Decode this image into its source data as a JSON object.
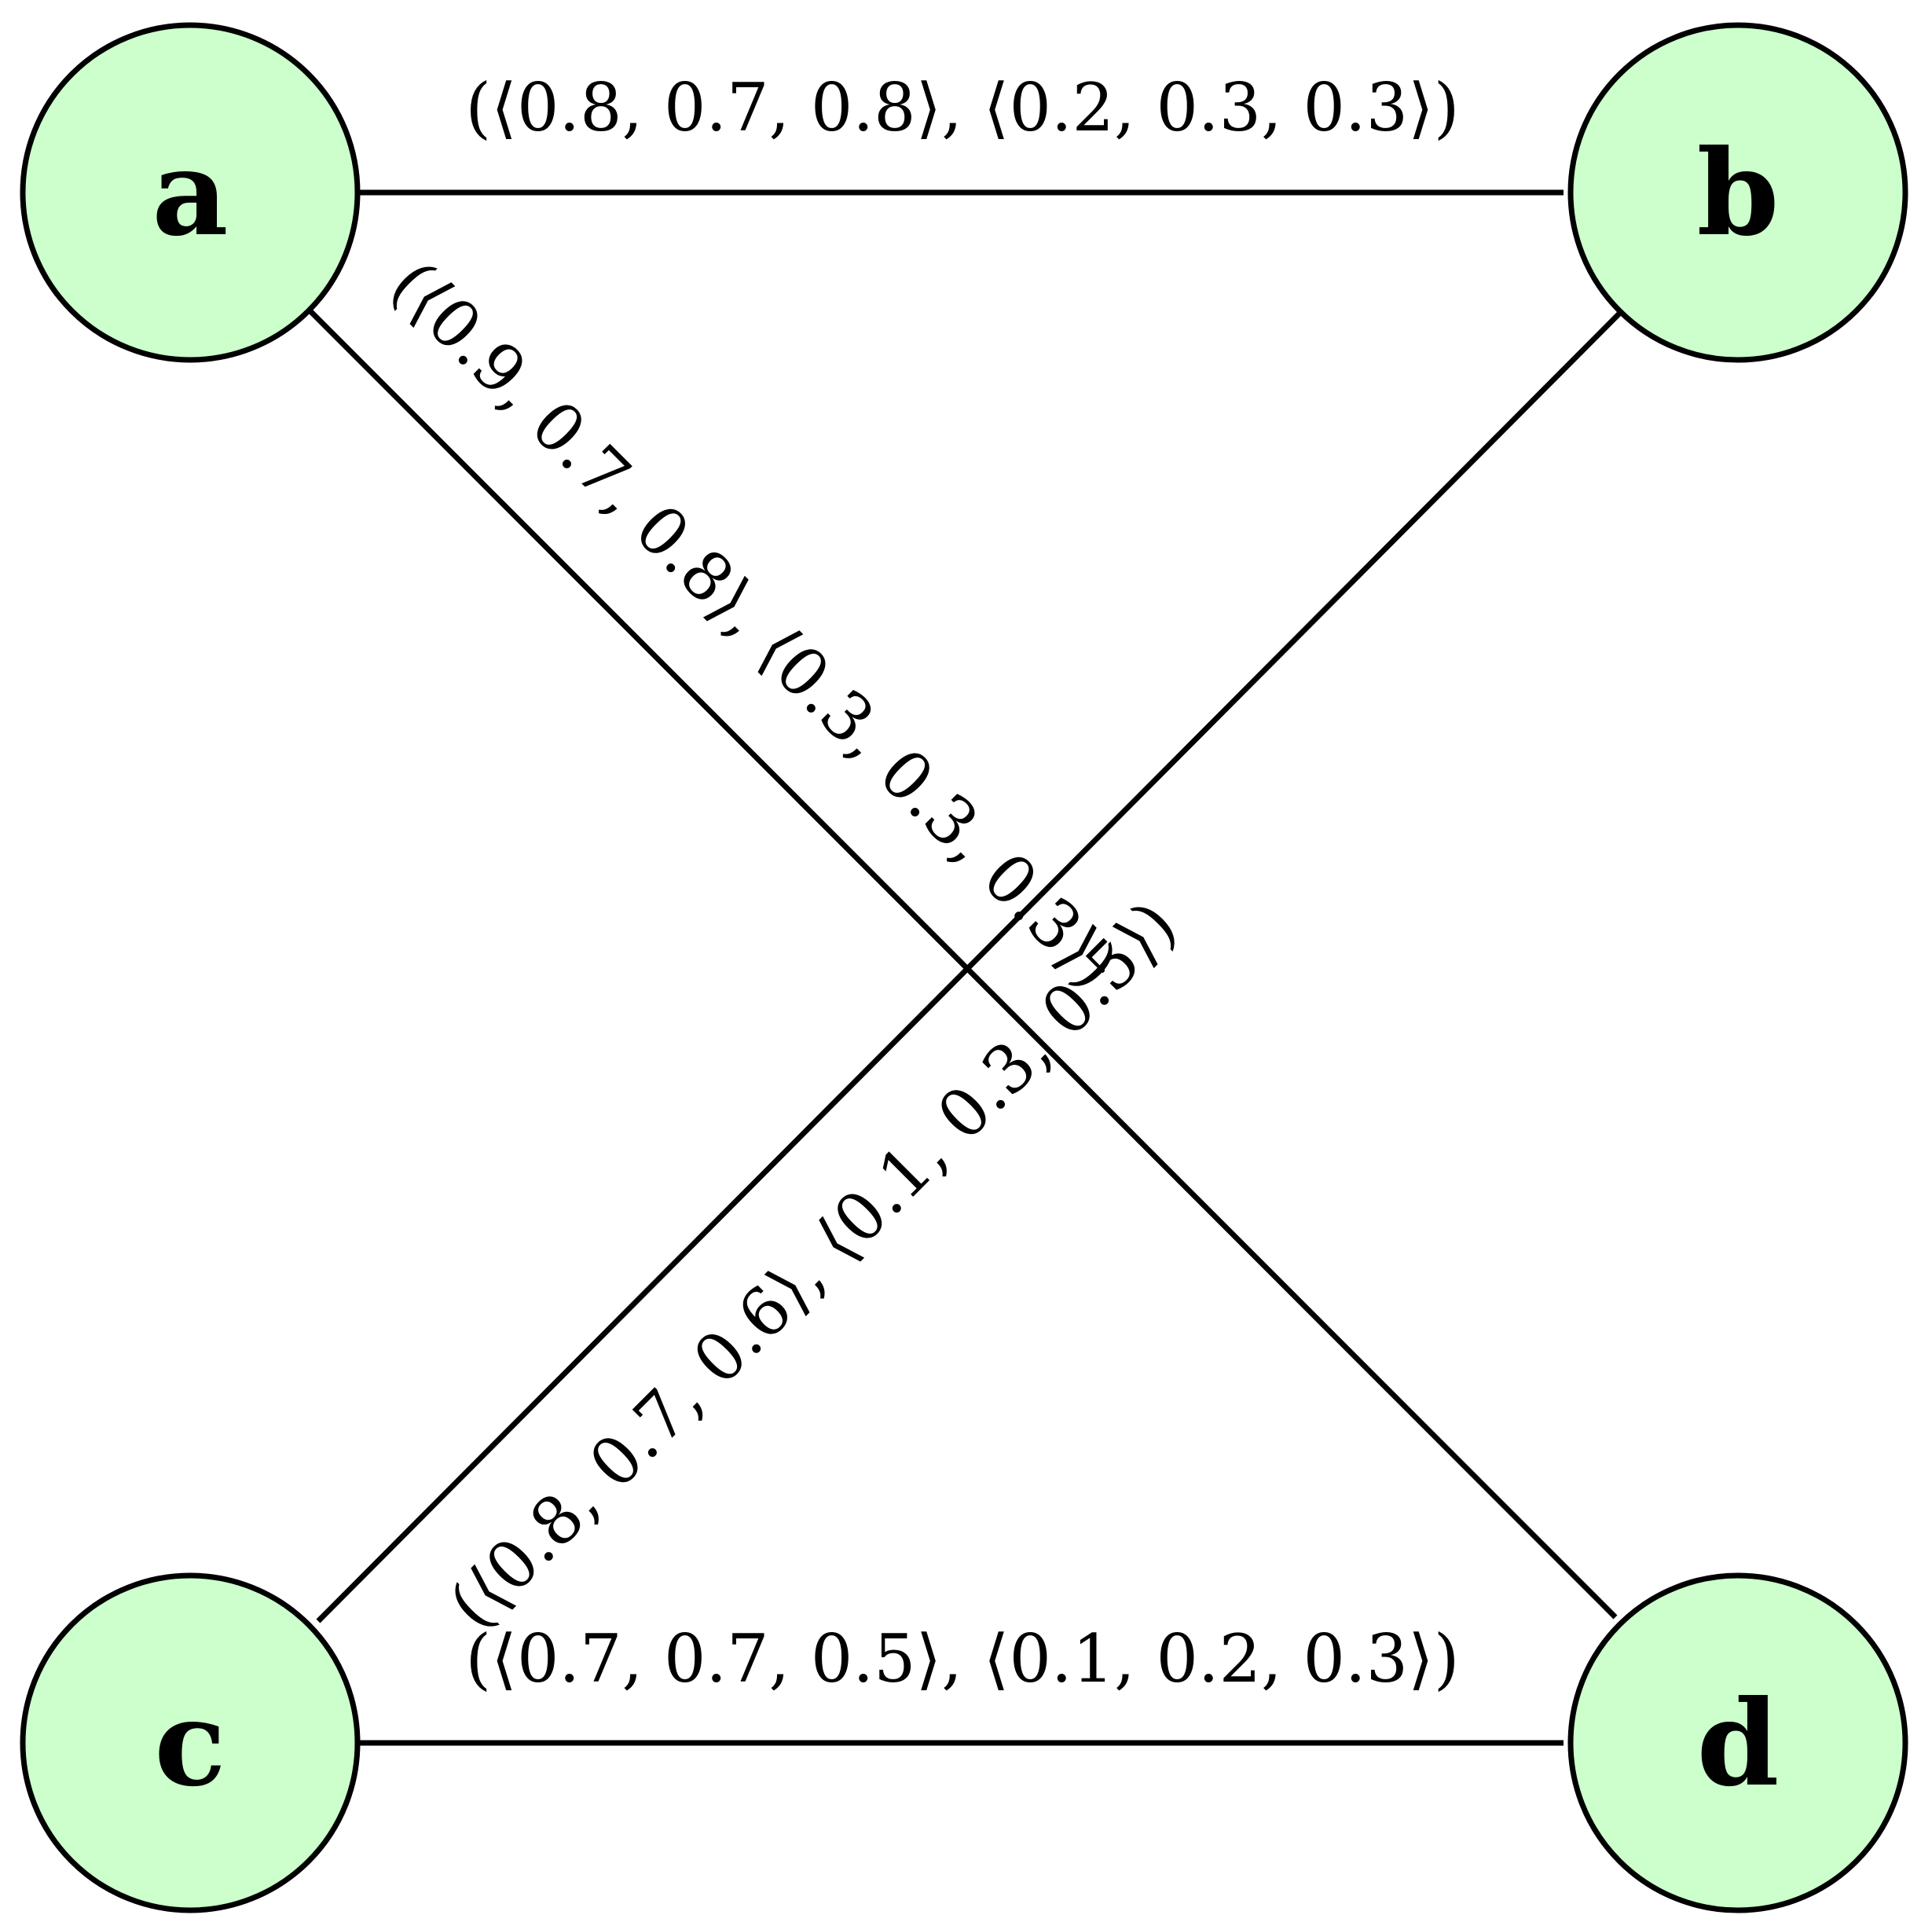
{
  "colors": {
    "node_fill": "#ccffcc",
    "stroke": "#000000",
    "background": "#ffffff"
  },
  "nodes": [
    {
      "id": "a",
      "label": "a"
    },
    {
      "id": "b",
      "label": "b"
    },
    {
      "id": "c",
      "label": "c"
    },
    {
      "id": "d",
      "label": "d"
    }
  ],
  "edges": [
    {
      "id": "a-b",
      "from": "a",
      "to": "b",
      "label": "(⟨0.8, 0.7, 0.8⟩, ⟨0.2, 0.3, 0.3⟩)"
    },
    {
      "id": "a-d",
      "from": "a",
      "to": "d",
      "label": "(⟨0.9, 0.7, 0.8⟩, ⟨0.3, 0.3, 0.3⟩)"
    },
    {
      "id": "c-b",
      "from": "c",
      "to": "b",
      "label": "(⟨0.8, 0.7, 0.6⟩, ⟨0.1, 0.3, 0.5⟩)"
    },
    {
      "id": "c-d",
      "from": "c",
      "to": "d",
      "label": "(⟨0.7, 0.7, 0.5⟩, ⟨0.1, 0.2, 0.3⟩)"
    }
  ]
}
